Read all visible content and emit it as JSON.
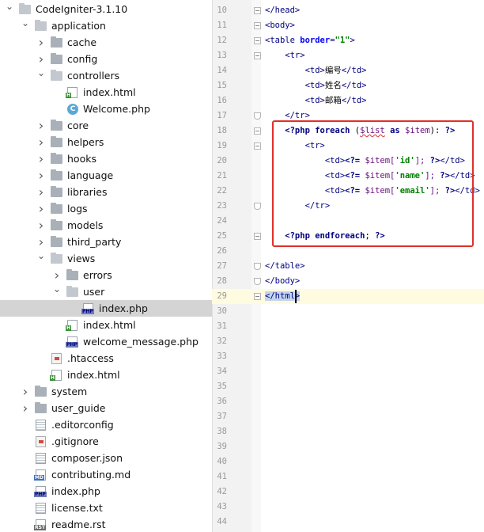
{
  "project_tree": {
    "items": [
      {
        "label": "CodeIgniter-3.1.10",
        "type": "folder",
        "expanded": true,
        "depth": 0,
        "icon": "folder-icon"
      },
      {
        "label": "application",
        "type": "folder",
        "expanded": true,
        "depth": 1,
        "icon": "folder-icon"
      },
      {
        "label": "cache",
        "type": "folder",
        "expanded": false,
        "depth": 2,
        "icon": "folder-icon"
      },
      {
        "label": "config",
        "type": "folder",
        "expanded": false,
        "depth": 2,
        "icon": "folder-icon"
      },
      {
        "label": "controllers",
        "type": "folder",
        "expanded": true,
        "depth": 2,
        "icon": "folder-icon"
      },
      {
        "label": "index.html",
        "type": "file",
        "depth": 3,
        "icon": "html-file-icon"
      },
      {
        "label": "Welcome.php",
        "type": "file",
        "depth": 3,
        "icon": "php-class-icon"
      },
      {
        "label": "core",
        "type": "folder",
        "expanded": false,
        "depth": 2,
        "icon": "folder-icon"
      },
      {
        "label": "helpers",
        "type": "folder",
        "expanded": false,
        "depth": 2,
        "icon": "folder-icon"
      },
      {
        "label": "hooks",
        "type": "folder",
        "expanded": false,
        "depth": 2,
        "icon": "folder-icon"
      },
      {
        "label": "language",
        "type": "folder",
        "expanded": false,
        "depth": 2,
        "icon": "folder-icon"
      },
      {
        "label": "libraries",
        "type": "folder",
        "expanded": false,
        "depth": 2,
        "icon": "folder-icon"
      },
      {
        "label": "logs",
        "type": "folder",
        "expanded": false,
        "depth": 2,
        "icon": "folder-icon"
      },
      {
        "label": "models",
        "type": "folder",
        "expanded": false,
        "depth": 2,
        "icon": "folder-icon"
      },
      {
        "label": "third_party",
        "type": "folder",
        "expanded": false,
        "depth": 2,
        "icon": "folder-icon"
      },
      {
        "label": "views",
        "type": "folder",
        "expanded": true,
        "depth": 2,
        "icon": "folder-icon"
      },
      {
        "label": "errors",
        "type": "folder",
        "expanded": false,
        "depth": 3,
        "icon": "folder-icon"
      },
      {
        "label": "user",
        "type": "folder",
        "expanded": true,
        "depth": 3,
        "icon": "folder-icon"
      },
      {
        "label": "index.php",
        "type": "file",
        "depth": 4,
        "icon": "php-file-icon",
        "selected": true
      },
      {
        "label": "index.html",
        "type": "file",
        "depth": 3,
        "icon": "html-file-icon"
      },
      {
        "label": "welcome_message.php",
        "type": "file",
        "depth": 3,
        "icon": "php-file-icon"
      },
      {
        "label": ".htaccess",
        "type": "file",
        "depth": 2,
        "icon": "htaccess-file-icon"
      },
      {
        "label": "index.html",
        "type": "file",
        "depth": 2,
        "icon": "html-file-icon"
      },
      {
        "label": "system",
        "type": "folder",
        "expanded": false,
        "depth": 1,
        "icon": "folder-icon"
      },
      {
        "label": "user_guide",
        "type": "folder",
        "expanded": false,
        "depth": 1,
        "icon": "folder-icon"
      },
      {
        "label": ".editorconfig",
        "type": "file",
        "depth": 1,
        "icon": "text-file-icon"
      },
      {
        "label": ".gitignore",
        "type": "file",
        "depth": 1,
        "icon": "gitignore-file-icon"
      },
      {
        "label": "composer.json",
        "type": "file",
        "depth": 1,
        "icon": "json-file-icon"
      },
      {
        "label": "contributing.md",
        "type": "file",
        "depth": 1,
        "icon": "markdown-file-icon"
      },
      {
        "label": "index.php",
        "type": "file",
        "depth": 1,
        "icon": "php-file-icon"
      },
      {
        "label": "license.txt",
        "type": "file",
        "depth": 1,
        "icon": "text-file-icon"
      },
      {
        "label": "readme.rst",
        "type": "file",
        "depth": 1,
        "icon": "rst-file-icon"
      }
    ]
  },
  "badges": {
    "h": "H",
    "php": "PHP",
    "md": "MD",
    "rst": "RST",
    "class": "C"
  },
  "editor": {
    "current_line": "29",
    "highlight_color": "#e0302a",
    "lines": [
      {
        "n": "10",
        "tokens": [
          {
            "t": "</head>",
            "c": "tag"
          }
        ]
      },
      {
        "n": "11",
        "tokens": [
          {
            "t": "<body>",
            "c": "tag"
          }
        ]
      },
      {
        "n": "12",
        "tokens": [
          {
            "t": "<table ",
            "c": "tag"
          },
          {
            "t": "border",
            "c": "attr"
          },
          {
            "t": "=",
            "c": "tag"
          },
          {
            "t": "\"1\"",
            "c": "str"
          },
          {
            "t": ">",
            "c": "tag"
          }
        ]
      },
      {
        "n": "13",
        "tokens": [
          {
            "t": "    <tr>",
            "c": "tag"
          }
        ]
      },
      {
        "n": "14",
        "tokens": [
          {
            "t": "        <td>",
            "c": "tag"
          },
          {
            "t": "编号",
            "c": ""
          },
          {
            "t": "</td>",
            "c": "tag"
          }
        ]
      },
      {
        "n": "15",
        "tokens": [
          {
            "t": "        <td>",
            "c": "tag"
          },
          {
            "t": "姓名",
            "c": ""
          },
          {
            "t": "</td>",
            "c": "tag"
          }
        ]
      },
      {
        "n": "16",
        "tokens": [
          {
            "t": "        <td>",
            "c": "tag"
          },
          {
            "t": "邮箱",
            "c": ""
          },
          {
            "t": "</td>",
            "c": "tag"
          }
        ]
      },
      {
        "n": "17",
        "tokens": [
          {
            "t": "    </tr>",
            "c": "tag"
          }
        ]
      },
      {
        "n": "18",
        "tokens": [
          {
            "t": "    <?php ",
            "c": "php"
          },
          {
            "t": "foreach",
            "c": "php"
          },
          {
            "t": " (",
            "c": ""
          },
          {
            "t": "$list",
            "c": "var warn"
          },
          {
            "t": " as ",
            "c": "php"
          },
          {
            "t": "$item",
            "c": "var"
          },
          {
            "t": "): ",
            "c": ""
          },
          {
            "t": "?>",
            "c": "php"
          }
        ]
      },
      {
        "n": "19",
        "tokens": [
          {
            "t": "        <tr>",
            "c": "tag"
          }
        ]
      },
      {
        "n": "20",
        "tokens": [
          {
            "t": "            <td>",
            "c": "tag"
          },
          {
            "t": "<?=",
            "c": "php"
          },
          {
            "t": " $item[",
            "c": "var"
          },
          {
            "t": "'id'",
            "c": "str"
          },
          {
            "t": "]; ",
            "c": "var"
          },
          {
            "t": "?>",
            "c": "php"
          },
          {
            "t": "</td>",
            "c": "tag"
          }
        ]
      },
      {
        "n": "21",
        "tokens": [
          {
            "t": "            <td>",
            "c": "tag"
          },
          {
            "t": "<?=",
            "c": "php"
          },
          {
            "t": " $item[",
            "c": "var"
          },
          {
            "t": "'name'",
            "c": "str"
          },
          {
            "t": "]; ",
            "c": "var"
          },
          {
            "t": "?>",
            "c": "php"
          },
          {
            "t": "</td>",
            "c": "tag"
          }
        ]
      },
      {
        "n": "22",
        "tokens": [
          {
            "t": "            <td>",
            "c": "tag"
          },
          {
            "t": "<?=",
            "c": "php"
          },
          {
            "t": " $item[",
            "c": "var"
          },
          {
            "t": "'email'",
            "c": "str"
          },
          {
            "t": "]; ",
            "c": "var"
          },
          {
            "t": "?>",
            "c": "php"
          },
          {
            "t": "</td>",
            "c": "tag"
          }
        ]
      },
      {
        "n": "23",
        "tokens": [
          {
            "t": "        </tr>",
            "c": "tag"
          }
        ]
      },
      {
        "n": "24",
        "tokens": []
      },
      {
        "n": "25",
        "tokens": [
          {
            "t": "    <?php ",
            "c": "php"
          },
          {
            "t": "endforeach",
            "c": "php"
          },
          {
            "t": "; ",
            "c": ""
          },
          {
            "t": "?>",
            "c": "php"
          }
        ]
      },
      {
        "n": "26",
        "tokens": []
      },
      {
        "n": "27",
        "tokens": [
          {
            "t": "</table>",
            "c": "tag"
          }
        ]
      },
      {
        "n": "28",
        "tokens": [
          {
            "t": "</body>",
            "c": "tag"
          }
        ]
      },
      {
        "n": "29",
        "tokens": [
          {
            "t": "</html>",
            "c": "tag selbox"
          }
        ]
      },
      {
        "n": "30",
        "tokens": []
      },
      {
        "n": "31",
        "tokens": []
      },
      {
        "n": "32",
        "tokens": []
      },
      {
        "n": "33",
        "tokens": []
      },
      {
        "n": "34",
        "tokens": []
      },
      {
        "n": "35",
        "tokens": []
      },
      {
        "n": "36",
        "tokens": []
      },
      {
        "n": "37",
        "tokens": []
      },
      {
        "n": "38",
        "tokens": []
      },
      {
        "n": "39",
        "tokens": []
      },
      {
        "n": "40",
        "tokens": []
      },
      {
        "n": "41",
        "tokens": []
      },
      {
        "n": "42",
        "tokens": []
      },
      {
        "n": "43",
        "tokens": []
      },
      {
        "n": "44",
        "tokens": []
      }
    ]
  }
}
